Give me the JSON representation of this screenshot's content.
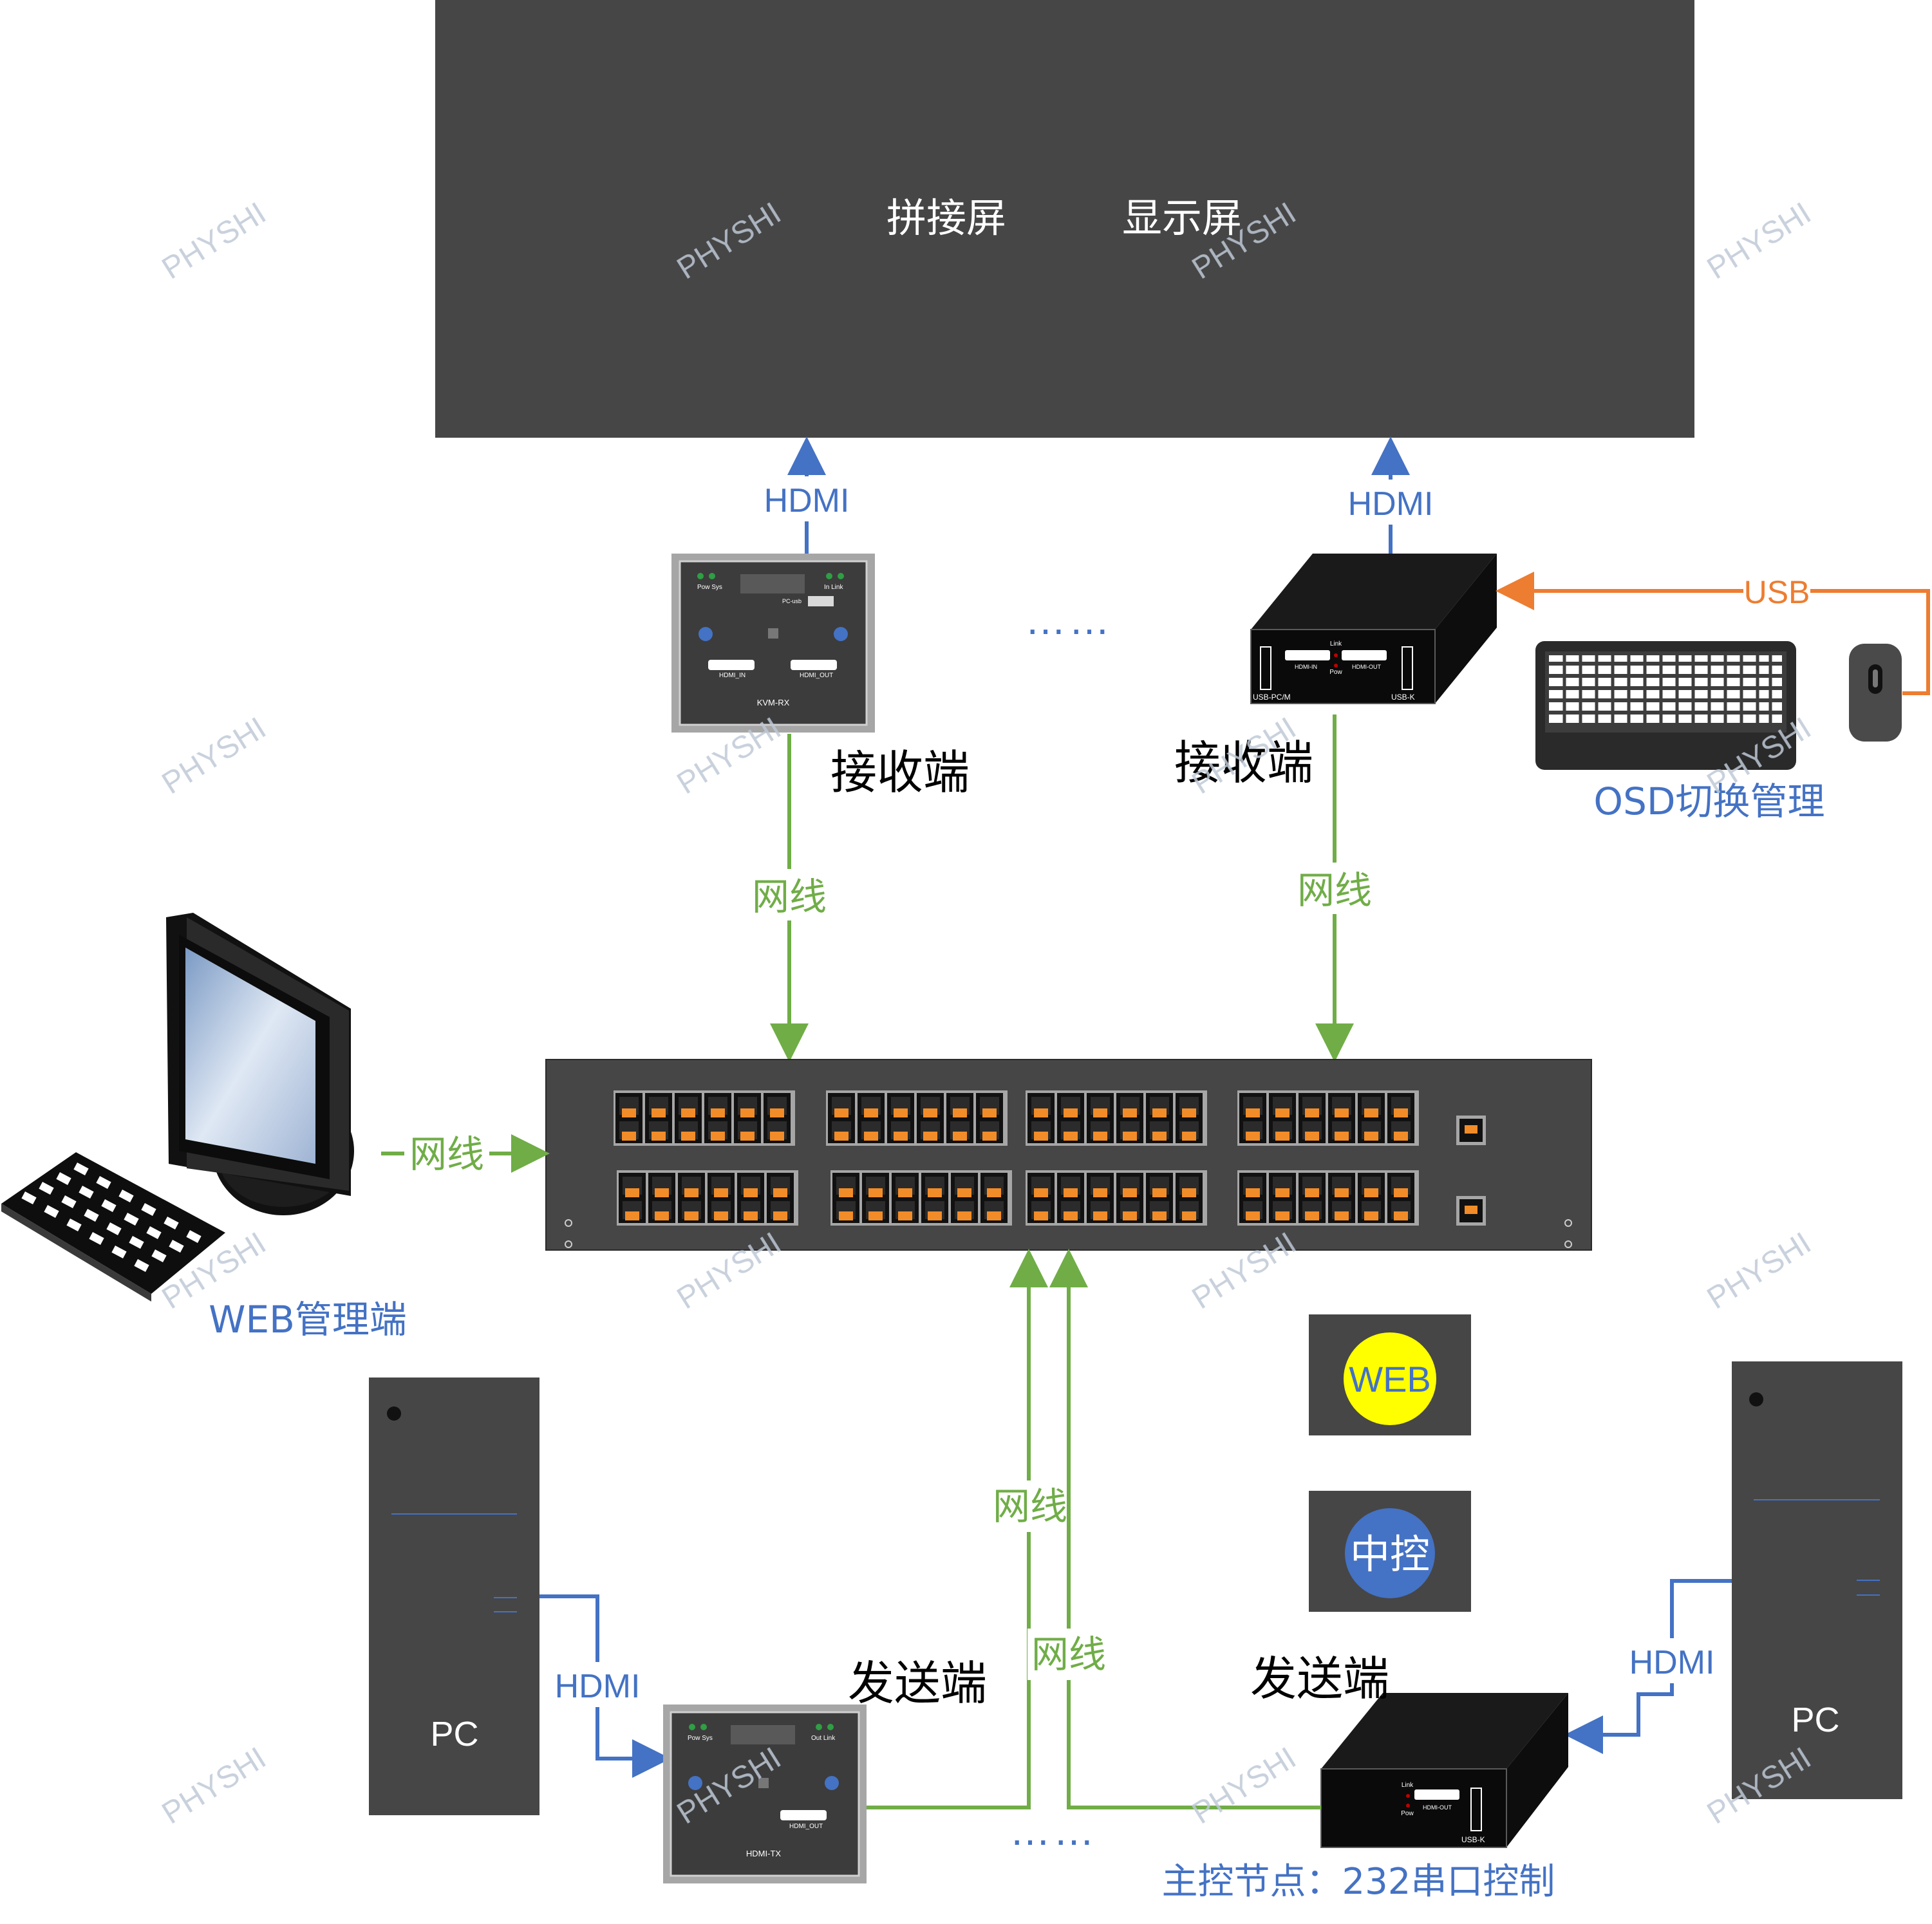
{
  "wall": {
    "label_left": "拼接屏",
    "label_right": "显示屏"
  },
  "links": {
    "hdmi_rx1": "HDMI",
    "hdmi_rx2": "HDMI",
    "usb": "USB",
    "net_rx1": "网线",
    "net_rx2": "网线",
    "net_web": "网线",
    "net_tx1": "网线",
    "net_tx2": "网线",
    "hdmi_pc1": "HDMI",
    "hdmi_pc2": "HDMI"
  },
  "receivers": {
    "rx1": {
      "caption": "接收端",
      "panel_name": "KVM-RX",
      "led_left": "Pow  Sys",
      "led_right": "In  Link",
      "port_usb": "PC-usb",
      "port_a": "HDMI_IN",
      "port_b": "HDMI_OUT"
    },
    "rx2": {
      "caption": "接收端",
      "link": "Link",
      "pow": "Pow",
      "port_a": "HDMI-IN",
      "port_b": "HDMI-OUT",
      "usb_left": "USB-PC/M",
      "usb_right": "USB-K"
    }
  },
  "senders": {
    "tx1": {
      "caption": "发送端",
      "panel_name": "HDMI-TX",
      "led_left": "Pow  Sys",
      "led_right": "Out  Link",
      "port": "HDMI_OUT"
    },
    "tx2": {
      "caption": "发送端",
      "link": "Link",
      "pow": "Pow",
      "port": "HDMI-OUT",
      "usb": "USB-K",
      "note": "主控节点：232串口控制"
    }
  },
  "pcs": {
    "pc1": "PC",
    "pc2": "PC"
  },
  "web_admin": {
    "label": "WEB管理端"
  },
  "osd": {
    "label": "OSD切换管理"
  },
  "badges": {
    "web": "WEB",
    "central": "中控"
  },
  "ellipsis": {
    "top": "……",
    "bottom": "……"
  },
  "watermark": "PHYSHI",
  "colors": {
    "hdmi": "#4472c4",
    "network": "#70ad47",
    "usb": "#ed7d31",
    "device": "#464646",
    "badge_web": "#ffff00",
    "badge_central": "#4472c4"
  }
}
